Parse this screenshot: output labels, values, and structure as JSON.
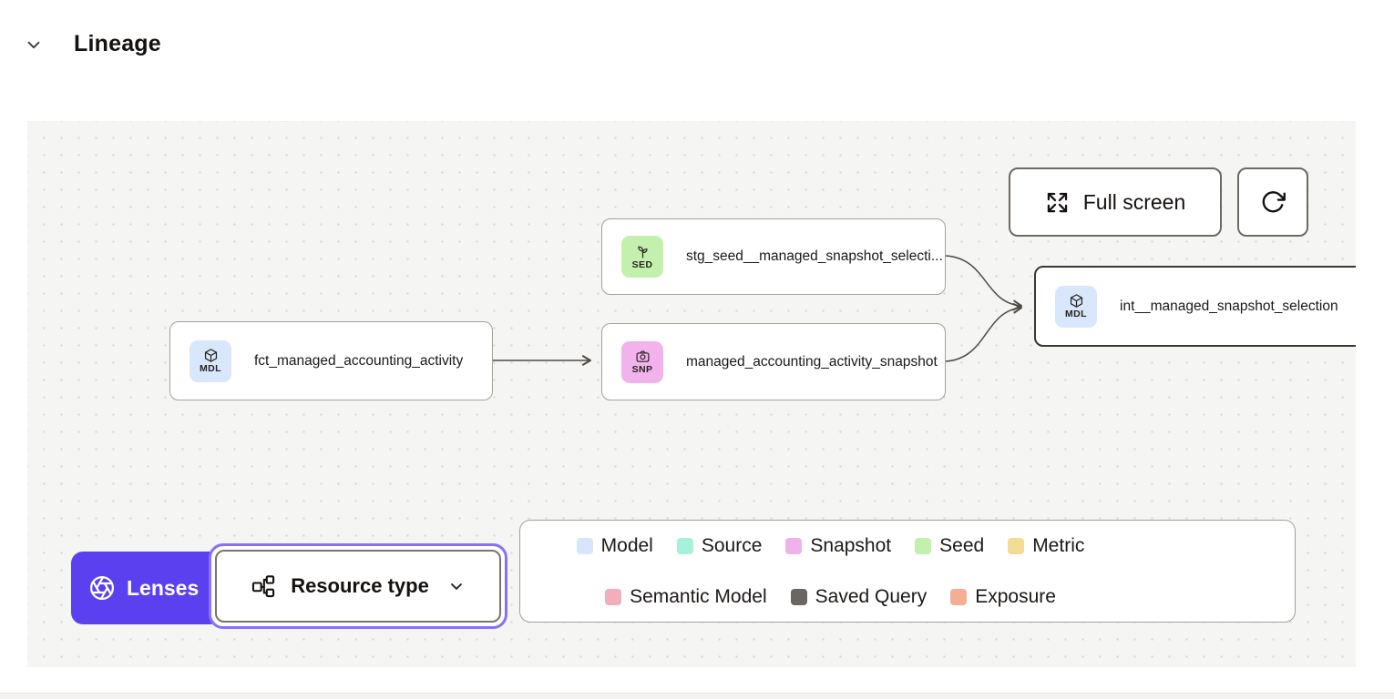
{
  "header": {
    "title": "Lineage"
  },
  "canvas": {
    "controls": {
      "full_screen_label": "Full screen"
    },
    "nodes": [
      {
        "id": "seed-node",
        "type": "seed",
        "badge": "SED",
        "label": "stg_seed__managed_snapshot_selecti...",
        "selected": false
      },
      {
        "id": "fct-node",
        "type": "model",
        "badge": "MDL",
        "label": "fct_managed_accounting_activity",
        "selected": false
      },
      {
        "id": "snap-node",
        "type": "snapshot",
        "badge": "SNP",
        "label": "managed_accounting_activity_snapshot",
        "selected": false
      },
      {
        "id": "int-node",
        "type": "model",
        "badge": "MDL",
        "label": "int__managed_snapshot_selection",
        "selected": true
      }
    ],
    "edges": [
      {
        "from": "fct_managed_accounting_activity",
        "to": "managed_accounting_activity_snapshot"
      },
      {
        "from": "stg_seed__managed_snapshot_selecti...",
        "to": "int__managed_snapshot_selection"
      },
      {
        "from": "managed_accounting_activity_snapshot",
        "to": "int__managed_snapshot_selection"
      }
    ],
    "toolbar": {
      "lenses_label": "Lenses",
      "resource_type_label": "Resource type"
    },
    "type_colors": {
      "model": "#d9e7fc",
      "seed": "#c3f0ad",
      "snapshot": "#f2b3ec"
    },
    "accent_purple": "#5b40f0",
    "legend": {
      "rows": [
        [
          {
            "label": "Model",
            "color": "#d8e6fb"
          },
          {
            "label": "Source",
            "color": "#a5f1dc"
          },
          {
            "label": "Snapshot",
            "color": "#f0b2ec"
          },
          {
            "label": "Seed",
            "color": "#c3f0ad"
          },
          {
            "label": "Metric",
            "color": "#f4dc96"
          }
        ],
        [
          {
            "label": "Semantic Model",
            "color": "#f3adbb"
          },
          {
            "label": "Saved Query",
            "color": "#6b6661"
          },
          {
            "label": "Exposure",
            "color": "#f3ae94"
          }
        ]
      ]
    }
  }
}
